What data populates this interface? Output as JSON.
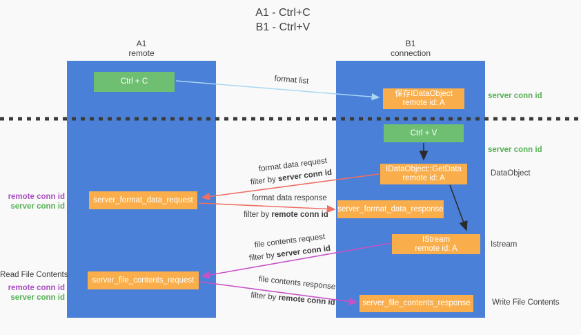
{
  "title": {
    "line1": "A1 - Ctrl+C",
    "line2": "B1 - Ctrl+V"
  },
  "lifelines": {
    "a1": {
      "name": "A1",
      "role": "remote"
    },
    "b1": {
      "name": "B1",
      "role": "connection"
    }
  },
  "boxes": {
    "ctrl_c": {
      "label": "Ctrl + C"
    },
    "save_idataobject": {
      "line1": "保存IDataObject",
      "line2": "remote id: A"
    },
    "ctrl_v": {
      "label": "Ctrl + V"
    },
    "getdata": {
      "line1": "IDataObject::GetData",
      "line2": "remote id: A"
    },
    "format_request": {
      "label": "server_format_data_request"
    },
    "format_response": {
      "label": "server_format_data_response"
    },
    "istream": {
      "line1": "IStream",
      "line2": "remote id: A"
    },
    "file_request": {
      "label": "server_file_contents_request"
    },
    "file_response": {
      "label": "server_file_contents_response"
    }
  },
  "side_labels": {
    "server_conn_id_top": "server conn id",
    "server_conn_id_mid": "server conn id",
    "dataobject": "DataObject",
    "istream": "Istream",
    "write_file_contents": "Write File Contents",
    "read_file_contents": "Read File Contents",
    "remote_conn_id": "remote conn id",
    "server_conn_id": "server conn id"
  },
  "arrow_labels": {
    "format_list": "format list",
    "format_data_request": "format data request",
    "format_data_response": "format data response",
    "file_contents_request": "file contents request",
    "file_contents_response": "file contents response",
    "filter_by": "filter by ",
    "server_conn_id": "server conn id",
    "remote_conn_id": "remote conn id"
  },
  "colors": {
    "lifeline_blue": "#4a80d8",
    "box_green": "#6fbf72",
    "box_orange": "#f9ae4b",
    "accent_green": "#55b055",
    "accent_purple": "#a94fc0",
    "arrow_blue": "#a9d7f2",
    "arrow_salmon": "#ee6f64",
    "arrow_magenta": "#c653c6",
    "arrow_black": "#2b2b2b",
    "text_dark": "#3d3d3d",
    "background": "#f9f9f9"
  }
}
